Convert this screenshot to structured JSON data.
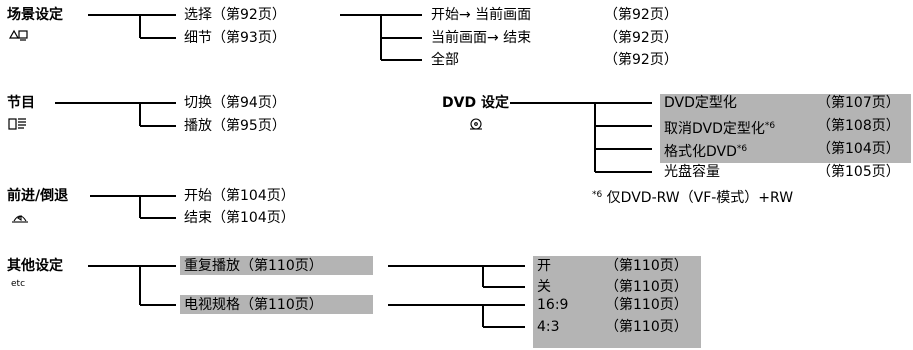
{
  "colors": {
    "line": "#000000",
    "highlight": "#b4b4b4"
  },
  "scene": {
    "title": "场景设定",
    "icon": "scene-icon",
    "items": [
      {
        "label": "选择（第92页）"
      },
      {
        "label": "细节（第93页）"
      }
    ],
    "select_options": [
      {
        "label": "开始→ 当前画面",
        "page": "（第92页）"
      },
      {
        "label": "当前画面→ 结束",
        "page": "（第92页）"
      },
      {
        "label": "全部",
        "page": "（第92页）"
      }
    ]
  },
  "program": {
    "title": "节目",
    "icon": "program-icon",
    "items": [
      {
        "label": "切换（第94页）"
      },
      {
        "label": "播放（第95页）"
      }
    ]
  },
  "dvd": {
    "title": "DVD 设定",
    "icon": "disc-icon",
    "items": [
      {
        "label": "DVD定型化",
        "sup": "",
        "page": "（第107页）",
        "highlight": true
      },
      {
        "label": "取消DVD定型化",
        "sup": "*6",
        "page": "（第108页）",
        "highlight": true
      },
      {
        "label": "格式化DVD",
        "sup": "*6",
        "page": "（第104页）",
        "highlight": true
      },
      {
        "label": "光盘容量",
        "sup": "",
        "page": "（第105页）",
        "highlight": false
      }
    ],
    "footnote_mark": "*6",
    "footnote": " 仅DVD-RW（VF-模式）+RW"
  },
  "seek": {
    "title": "前进/倒退",
    "icon": "seek-icon",
    "items": [
      {
        "label": "开始（第104页）"
      },
      {
        "label": "结束（第104页）"
      }
    ]
  },
  "other": {
    "title": "其他设定",
    "icon_label": "etc",
    "items": [
      {
        "label": "重复播放（第110页）",
        "highlight": true
      },
      {
        "label": "电视规格（第110页）",
        "highlight": true
      }
    ],
    "repeat_options": [
      {
        "label": "开",
        "page": "（第110页）"
      },
      {
        "label": "关",
        "page": "（第110页）"
      }
    ],
    "tv_options": [
      {
        "label": "16:9",
        "page": "（第110页）"
      },
      {
        "label": "4:3",
        "page": "（第110页）"
      }
    ]
  }
}
